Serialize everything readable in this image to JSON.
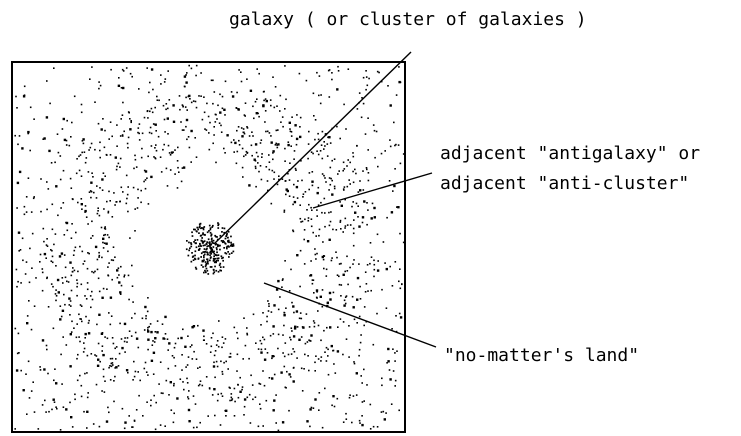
{
  "labels": {
    "galaxy": "galaxy ( or cluster of galaxies )",
    "antigalaxy_line1": "adjacent \"antigalaxy\" or",
    "antigalaxy_line2": "adjacent \"anti-cluster\"",
    "no_matter": "\"no-matter's land\""
  },
  "colors": {
    "ink": "#000000",
    "background": "#ffffff"
  }
}
